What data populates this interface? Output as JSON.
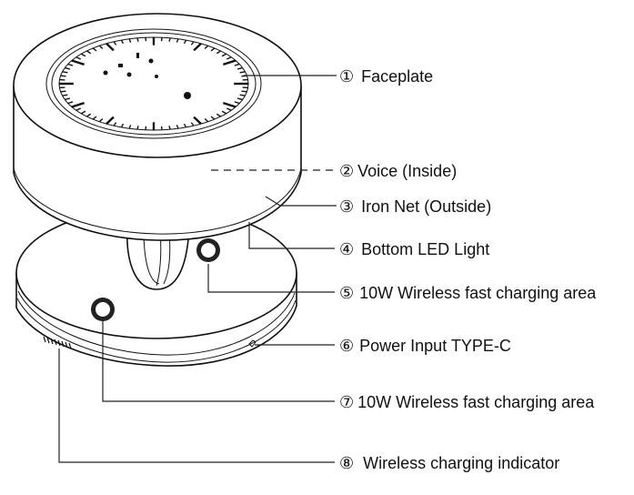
{
  "callouts": [
    {
      "num": "①",
      "text": "Faceplate"
    },
    {
      "num": "②",
      "text": "Voice (Inside)"
    },
    {
      "num": "③",
      "text": "Iron Net (Outside)"
    },
    {
      "num": "④",
      "text": "Bottom LED Light"
    },
    {
      "num": "⑤",
      "text": "10W Wireless fast charging area"
    },
    {
      "num": "⑥",
      "text": "Power Input TYPE-C"
    },
    {
      "num": "⑦",
      "text": "10W Wireless fast charging area"
    },
    {
      "num": "⑧",
      "text": "Wireless charging indicator"
    }
  ],
  "colors": {
    "line": "#111111",
    "background": "#ffffff"
  }
}
